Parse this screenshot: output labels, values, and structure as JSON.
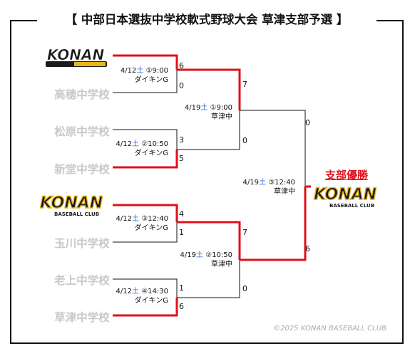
{
  "title": "【 中部日本選抜中学校軟式野球大会 草津支部予選 】",
  "teams": {
    "t1": "KONAN BASEBALL CLUB",
    "t2": "高穂中学校",
    "t3": "松原中学校",
    "t4": "新堂中学校",
    "t5": "KONAN BASEBALL CLUB",
    "t6": "玉川中学校",
    "t7": "老上中学校",
    "t8": "草津中学校"
  },
  "logo": {
    "word": "KONAN",
    "sub": "BASEBALL CLUB",
    "colors": {
      "gold": "#e8b419",
      "dark": "#1a1a1a"
    }
  },
  "rounds": {
    "r1": [
      {
        "date": "4/12",
        "day": "土",
        "slot": "①9:00",
        "venue": "ダイキンG",
        "score_top": "6",
        "score_bottom": "0"
      },
      {
        "date": "4/12",
        "day": "土",
        "slot": "②10:50",
        "venue": "ダイキンG",
        "score_top": "3",
        "score_bottom": "5"
      },
      {
        "date": "4/12",
        "day": "土",
        "slot": "③12:40",
        "venue": "ダイキンG",
        "score_top": "4",
        "score_bottom": "1"
      },
      {
        "date": "4/12",
        "day": "土",
        "slot": "④14:30",
        "venue": "ダイキンG",
        "score_top": "1",
        "score_bottom": "6"
      }
    ],
    "r2": [
      {
        "date": "4/19",
        "day": "土",
        "slot": "①9:00",
        "venue": "草津中",
        "score_top": "7",
        "score_bottom": "0"
      },
      {
        "date": "4/19",
        "day": "土",
        "slot": "②10:50",
        "venue": "草津中",
        "score_top": "7",
        "score_bottom": "0"
      }
    ],
    "final": {
      "date": "4/19",
      "day": "土",
      "slot": "③12:40",
      "venue": "草津中",
      "score_top": "0",
      "score_bottom": "6"
    }
  },
  "champion": {
    "label": "支部優勝",
    "team": "KONAN BASEBALL CLUB"
  },
  "copyright": "©2025 KONAN BASEBALL CLUB",
  "colors": {
    "winner_line": "#e0101a",
    "loser_line": "#111111",
    "team_gray": "#c9c9c9",
    "saturday_blue": "#2b6bd6"
  }
}
